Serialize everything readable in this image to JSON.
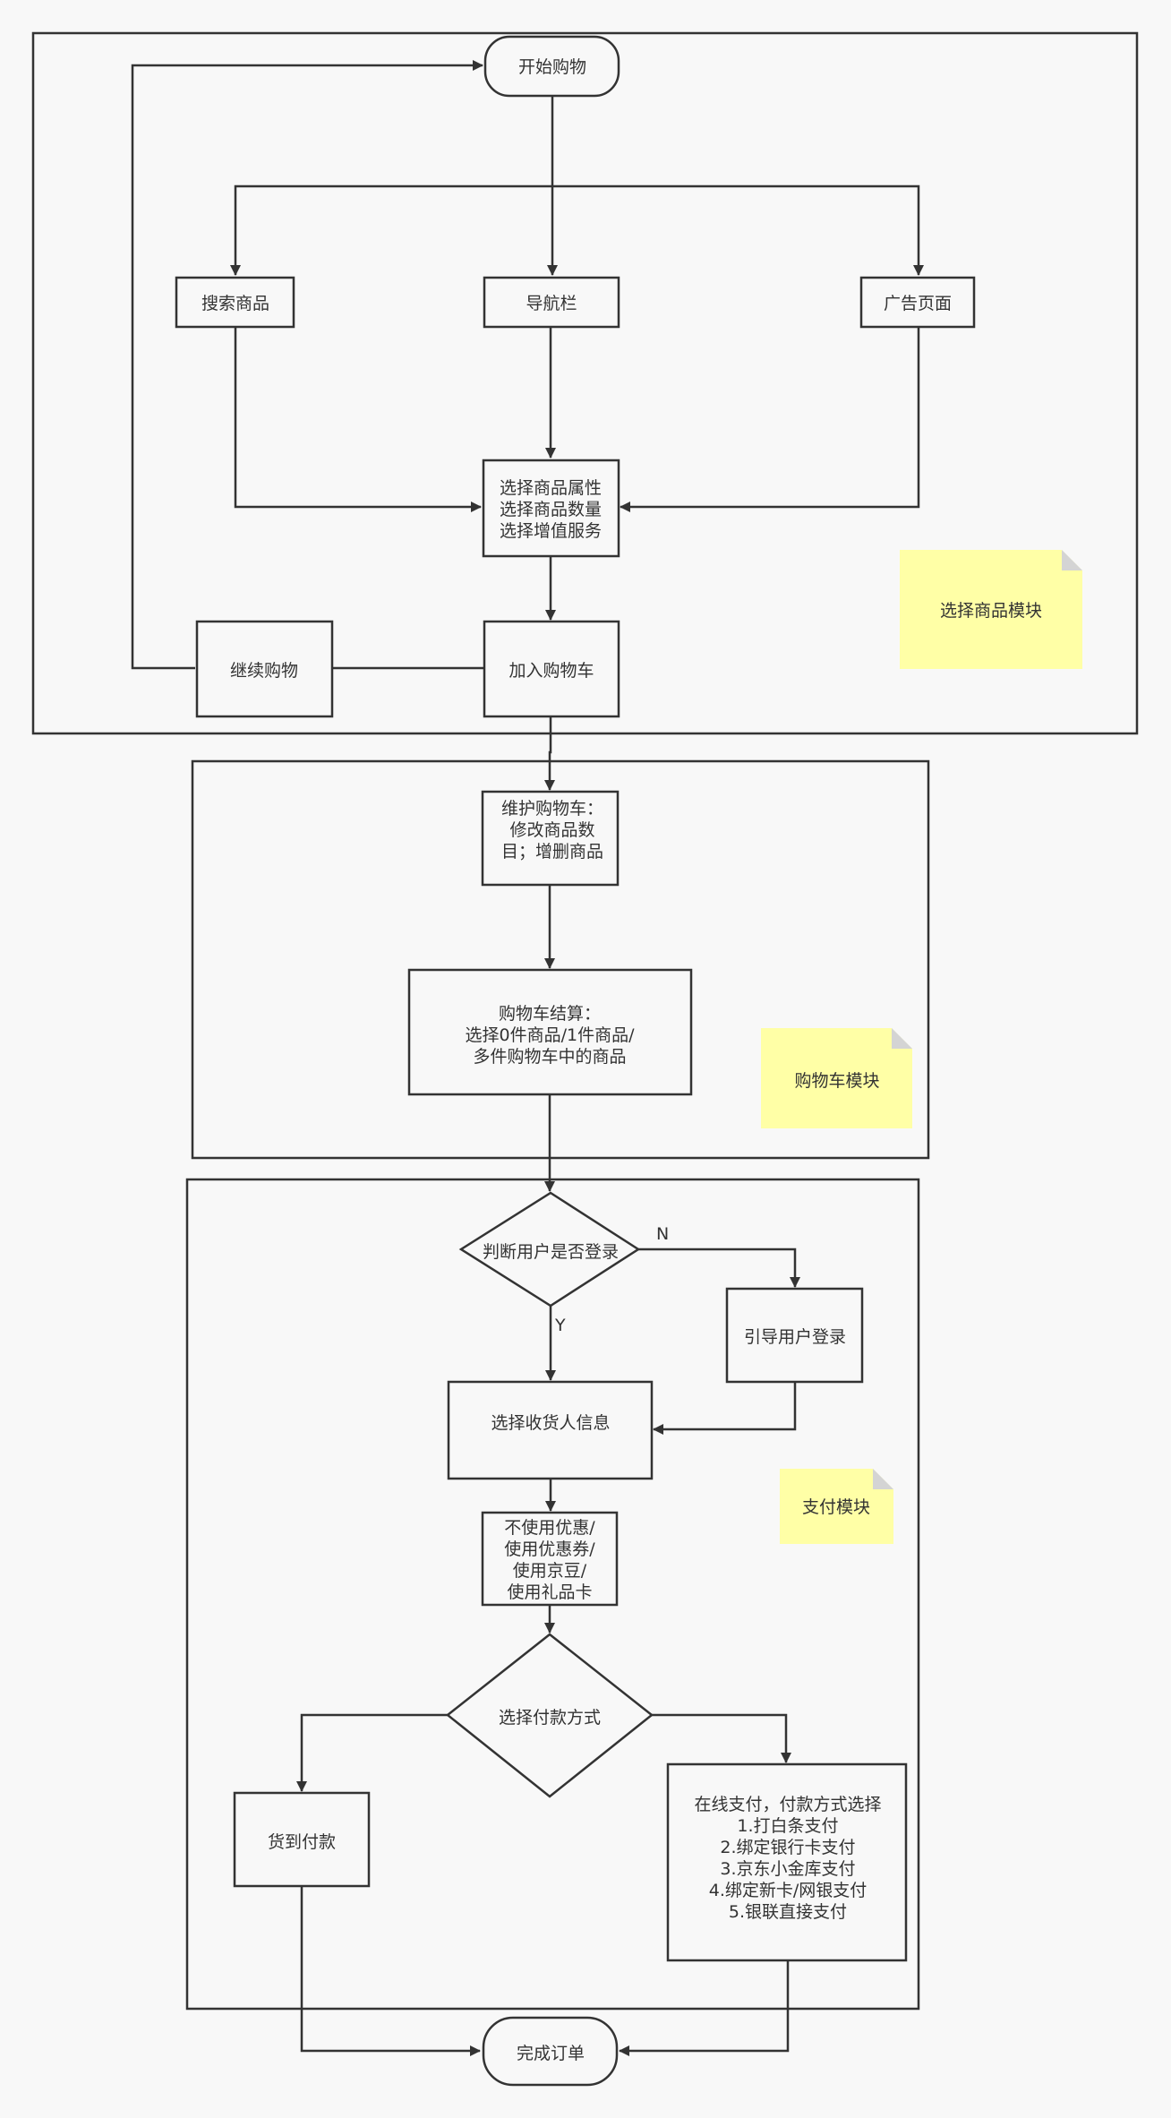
{
  "modules": {
    "product": "选择商品模块",
    "cart": "购物车模块",
    "payment": "支付模块"
  },
  "nodes": {
    "start": [
      "开始购物"
    ],
    "search": [
      "搜索商品"
    ],
    "navbar": [
      "导航栏"
    ],
    "ad_page": [
      "广告页面"
    ],
    "select_attrs": [
      "选择商品属性",
      "选择商品数量",
      "选择增值服务"
    ],
    "continue_shopping": [
      "继续购物"
    ],
    "add_to_cart": [
      "加入购物车"
    ],
    "maintain_cart": [
      "维护购物车：",
      "修改商品数",
      "目；增删商品"
    ],
    "checkout": [
      "购物车结算：",
      "选择0件商品/1件商品/",
      "多件购物车中的商品"
    ],
    "check_login": [
      "判断用户是否登录"
    ],
    "guide_login": [
      "引导用户登录"
    ],
    "select_receiver": [
      "选择收货人信息"
    ],
    "discount": [
      "不使用优惠/",
      "使用优惠券/",
      "使用京豆/",
      "使用礼品卡"
    ],
    "select_payment": [
      "选择付款方式"
    ],
    "cod": [
      "货到付款"
    ],
    "online_pay": [
      "在线支付，付款方式选择",
      "1.打白条支付",
      "2.绑定银行卡支付",
      "3.京东小金库支付",
      "4.绑定新卡/网银支付",
      "5.银联直接支付"
    ],
    "finish": [
      "完成订单"
    ]
  },
  "edge_labels": {
    "no": "N",
    "yes": "Y"
  },
  "colors": {
    "background": "#f8f8f8",
    "stroke": "#333333",
    "note_fill": "#ffffa6",
    "note_fold": "#d4d4d4",
    "text": "#333333"
  }
}
